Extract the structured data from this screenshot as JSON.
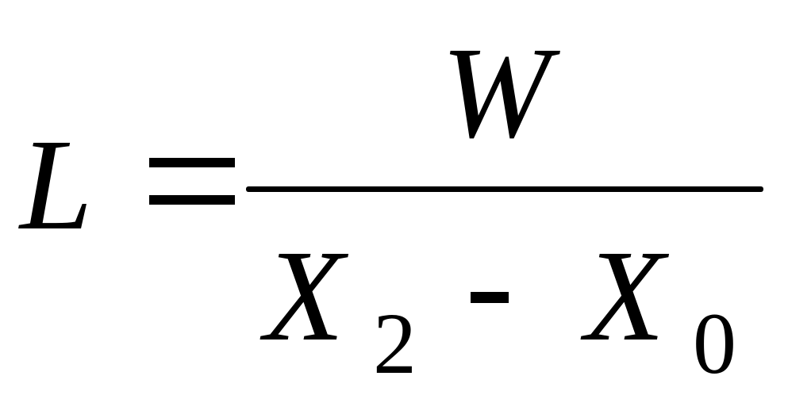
{
  "formula": {
    "lhs": "L",
    "relation": "=",
    "numerator": "W",
    "denominator": {
      "term1_var": "X",
      "term1_sub": "2",
      "operator": "-",
      "term2_var": "X",
      "term2_sub": "0"
    }
  }
}
